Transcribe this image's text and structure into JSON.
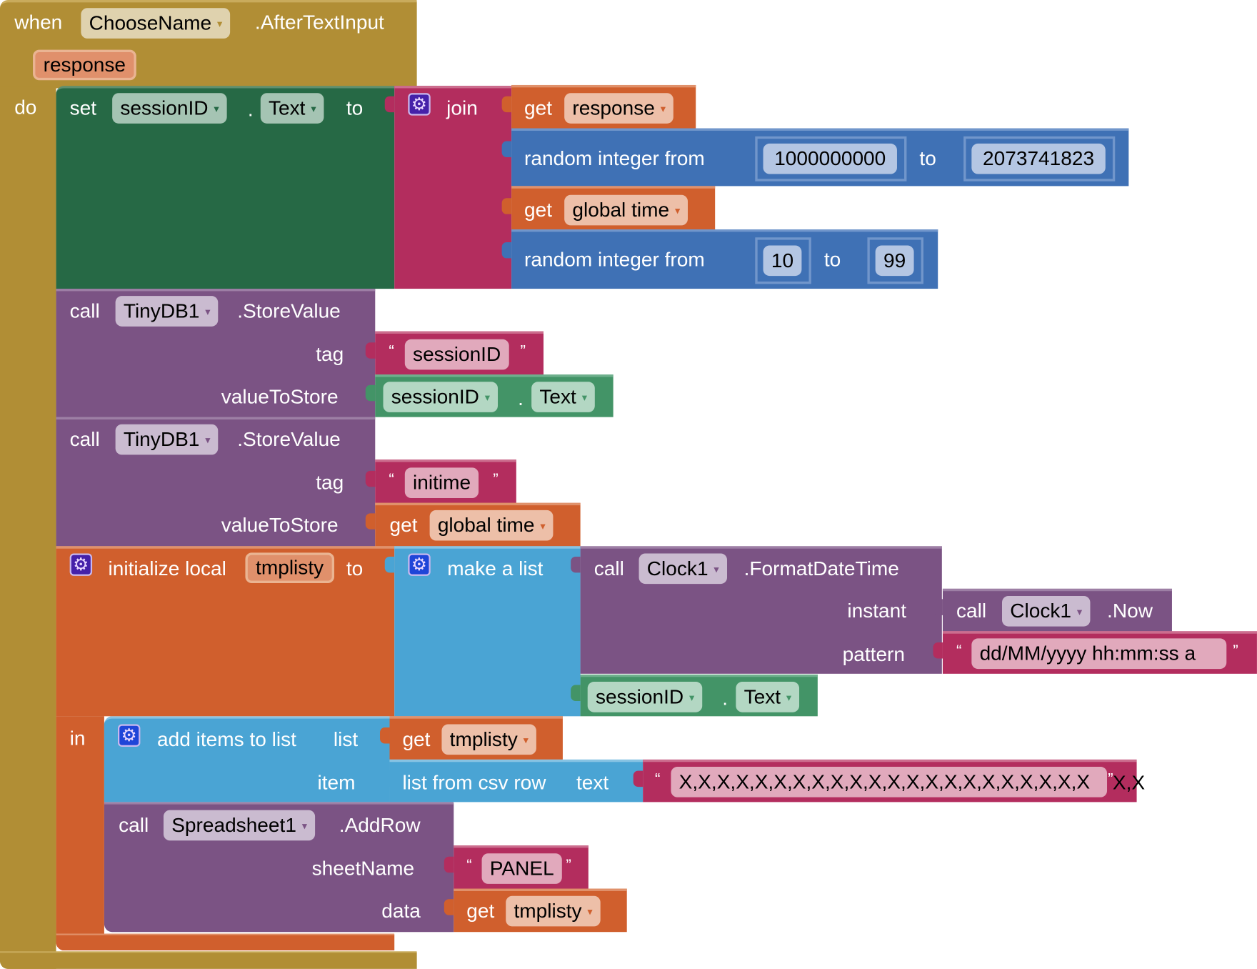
{
  "event": {
    "when": "when",
    "component": "ChooseName",
    "event_name": ".AfterTextInput",
    "param": "response",
    "do": "do"
  },
  "set_block": {
    "set": "set",
    "component": "sessionID",
    "dot": ".",
    "property": "Text",
    "to": "to"
  },
  "join_block": {
    "label": "join",
    "get1": {
      "get": "get",
      "var": "response"
    },
    "rand1": {
      "label": "random integer from",
      "from": "1000000000",
      "to_label": "to",
      "to": "2073741823"
    },
    "get2": {
      "get": "get",
      "var": "global time"
    },
    "rand2": {
      "label": "random integer from",
      "from": "10",
      "to_label": "to",
      "to": "99"
    }
  },
  "store1": {
    "call": "call",
    "component": "TinyDB1",
    "method": ".StoreValue",
    "tag_label": "tag",
    "tag_value": "sessionID",
    "value_label": "valueToStore",
    "value_component": "sessionID",
    "value_dot": ".",
    "value_property": "Text"
  },
  "store2": {
    "call": "call",
    "component": "TinyDB1",
    "method": ".StoreValue",
    "tag_label": "tag",
    "tag_value": "initime",
    "value_label": "valueToStore",
    "value_get": "get",
    "value_var": "global time"
  },
  "init_local": {
    "label": "initialize local",
    "var": "tmplisty",
    "to": "to",
    "in": "in"
  },
  "make_list": {
    "label": "make a list",
    "format": {
      "call": "call",
      "component": "Clock1",
      "method": ".FormatDateTime",
      "instant_label": "instant",
      "now_call": "call",
      "now_component": "Clock1",
      "now_method": ".Now",
      "pattern_label": "pattern",
      "pattern_value": "dd/MM/yyyy hh:mm:ss a"
    },
    "item2_component": "sessionID",
    "item2_dot": ".",
    "item2_property": "Text"
  },
  "add_items": {
    "label": "add items to list",
    "list_label": "list",
    "list_get": "get",
    "list_var": "tmplisty",
    "item_label": "item",
    "csv_label": "list from csv row",
    "text_label": "text",
    "csv_value": "X,X,X,X,X,X,X,X,X,X,X,X,X,X,X,X,X,X,X,X,X,X",
    "csv_overflow": "X,X"
  },
  "add_row": {
    "call": "call",
    "component": "Spreadsheet1",
    "method": ".AddRow",
    "sheet_label": "sheetName",
    "sheet_value": "PANEL",
    "data_label": "data",
    "data_get": "get",
    "data_var": "tmplisty"
  },
  "symbols": {
    "open_quote": "“",
    "close_quote": "”",
    "arrow": "▾",
    "gear": "⚙"
  },
  "colors": {
    "event": "#b18e35",
    "setter": "#266945",
    "text": "#b32d5e",
    "variable": "#d05f2d",
    "math": "#3f71b5",
    "component": "#7b5384",
    "getter": "#439467",
    "list": "#4aa4d4"
  }
}
